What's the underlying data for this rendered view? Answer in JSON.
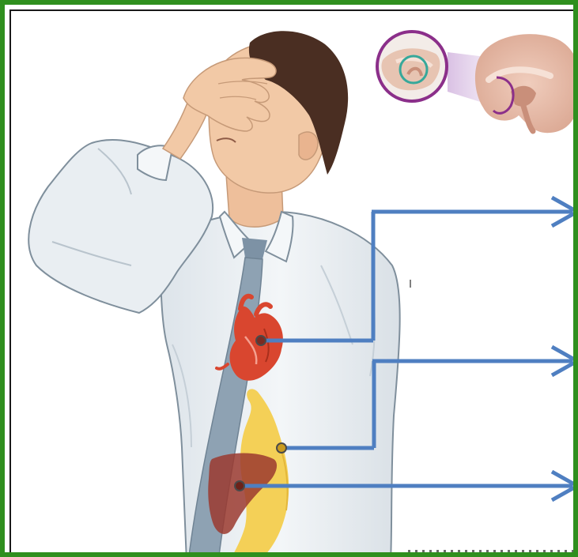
{
  "colors": {
    "frame_border": "#2f8f1e",
    "arrow": "#4f7fc1",
    "shirt": "#e9eef2",
    "tie": "#8ea2b3",
    "skin": "#f2c9a6",
    "hair": "#4a2e22",
    "heart": "#d9462f",
    "stomach": "#f4d057",
    "liver": "#9b3a2f",
    "brain": "#e6b9a6",
    "callout_circle": "#8b2f8a",
    "callout_inner": "#36a89a"
  },
  "illustration": {
    "figure": "man-with-hand-on-forehead",
    "organs": [
      "heart",
      "stomach",
      "liver",
      "brain"
    ]
  },
  "arrows": [
    {
      "from_organ": "heart",
      "icon": "arrow-right-icon"
    },
    {
      "from_organ": "stomach",
      "icon": "arrow-right-icon"
    },
    {
      "from_organ": "liver",
      "icon": "arrow-right-icon"
    }
  ]
}
